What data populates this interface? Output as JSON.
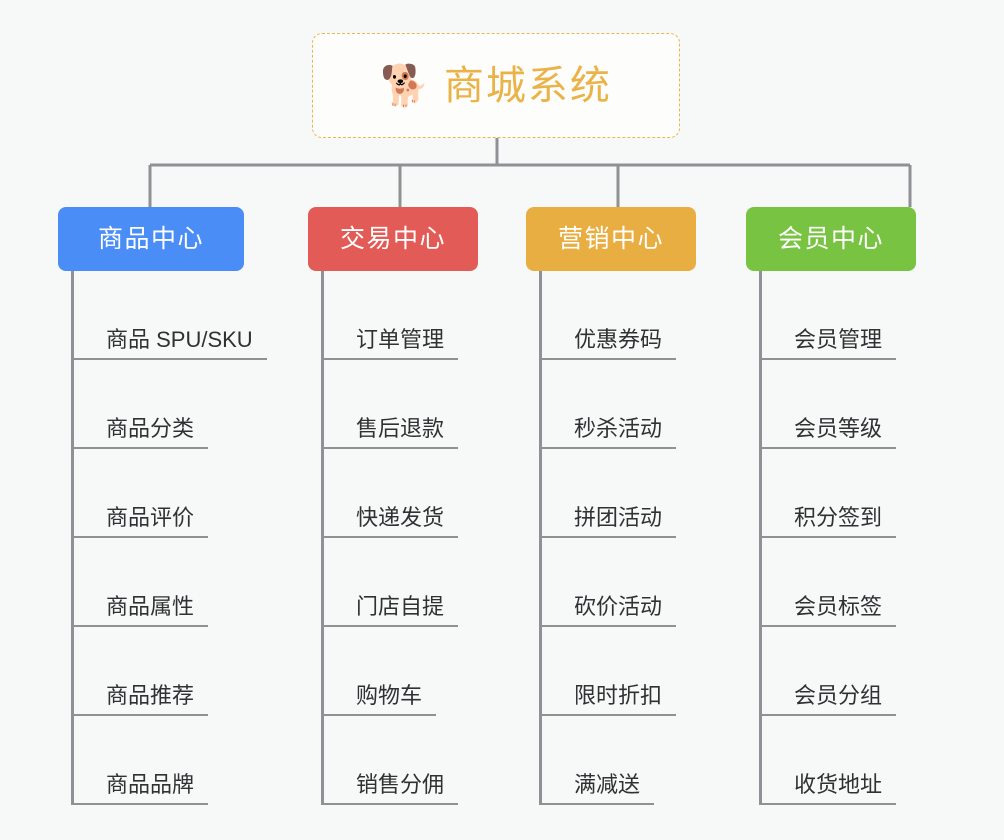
{
  "diagram": {
    "title": "商城系统",
    "root": {
      "icon": "shiba-dog-face-icon",
      "emoji": "🐕",
      "label": "商城系统",
      "border_color": "#e8b84e",
      "text_color": "#e9b348"
    },
    "line_color": "#8f9295",
    "background": "#f7f8f8",
    "branches": [
      {
        "id": "product-center",
        "label": "商品中心",
        "color": "#4a8df6",
        "items": [
          "商品 SPU/SKU",
          "商品分类",
          "商品评价",
          "商品属性",
          "商品推荐",
          "商品品牌"
        ]
      },
      {
        "id": "trade-center",
        "label": "交易中心",
        "color": "#e35b57",
        "items": [
          "订单管理",
          "售后退款",
          "快递发货",
          "门店自提",
          "购物车",
          "销售分佣"
        ]
      },
      {
        "id": "marketing-center",
        "label": "营销中心",
        "color": "#e9ae41",
        "items": [
          "优惠券码",
          "秒杀活动",
          "拼团活动",
          "砍价活动",
          "限时折扣",
          "满减送"
        ]
      },
      {
        "id": "member-center",
        "label": "会员中心",
        "color": "#78c341",
        "items": [
          "会员管理",
          "会员等级",
          "积分签到",
          "会员标签",
          "会员分组",
          "收货地址"
        ]
      }
    ]
  }
}
